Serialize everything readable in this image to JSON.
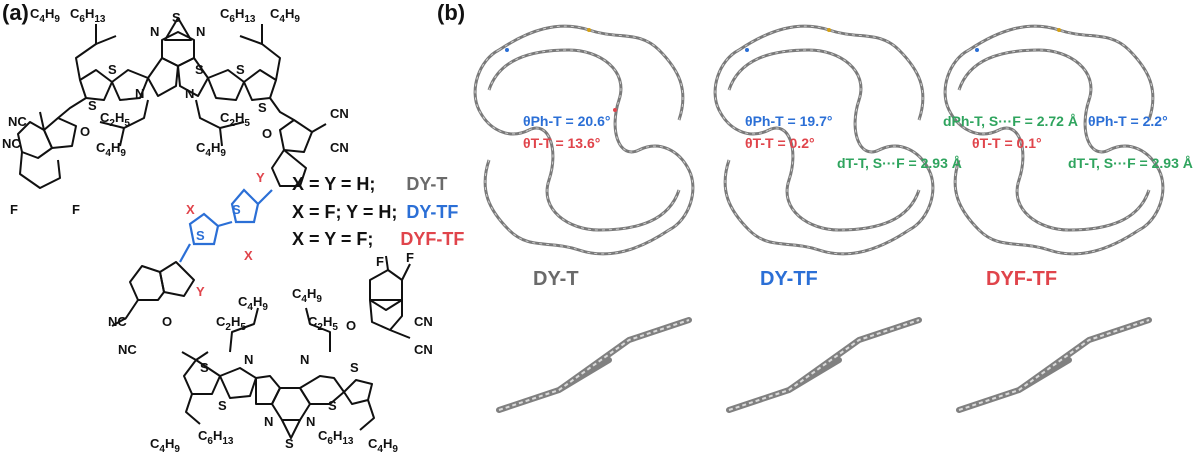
{
  "panels": {
    "a_label": "(a)",
    "b_label": "(b)"
  },
  "colors": {
    "gray": "#6a6a6a",
    "blue": "#2b6fd6",
    "red": "#e0444b",
    "green": "#2fa45e",
    "bond": "#111111"
  },
  "structure": {
    "atoms": {
      "S": "S",
      "N": "N",
      "F": "F",
      "O": "O",
      "NC": "NC",
      "CN": "CN",
      "X": "X",
      "Y": "Y",
      "C4H9": "C4H9",
      "C6H13": "C6H13",
      "C2H5": "C2H5"
    }
  },
  "legend": {
    "rows": [
      {
        "cond": "X = Y = H;",
        "name": "DY-T"
      },
      {
        "cond": "X = F; Y = H;",
        "name": "DY-TF"
      },
      {
        "cond": "X = Y = F;",
        "name": "DYF-TF"
      }
    ]
  },
  "molecules": [
    {
      "name": "DY-T"
    },
    {
      "name": "DY-TF"
    },
    {
      "name": "DYF-TF"
    }
  ],
  "annotations": {
    "dyt_theta_pht": "θPh-T = 20.6°",
    "dyt_theta_tt": "θT-T = 13.6°",
    "dytf_theta_pht": "θPh-T = 19.7°",
    "dytf_theta_tt": "θT-T = 0.2°",
    "dytf_d_tt": "dT-T, S···F = 2.93 Å",
    "dyftf_d_pht": "dPh-T, S···F = 2.72 Å",
    "dyftf_theta_pht": "θPh-T = 2.2°",
    "dyftf_theta_tt": "θT-T = 0.1°",
    "dyftf_d_tt": "dT-T, S···F = 2.93 Å"
  }
}
